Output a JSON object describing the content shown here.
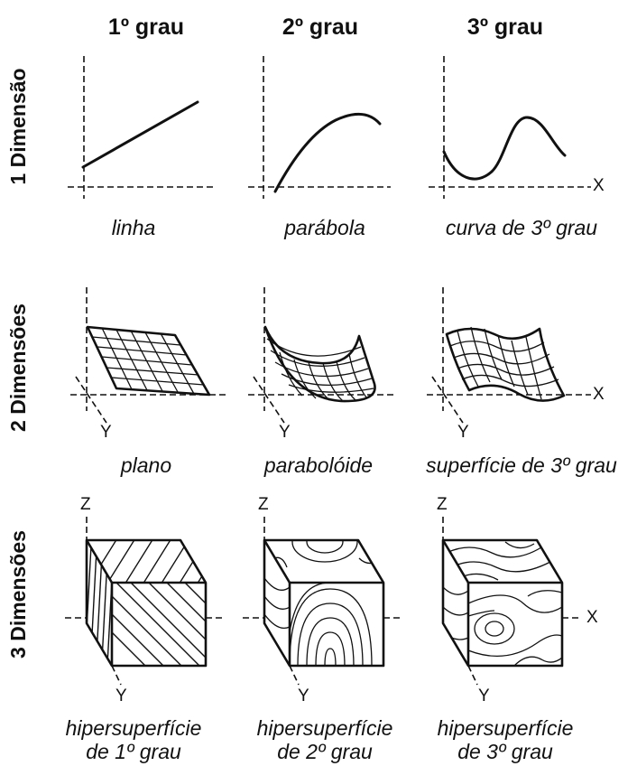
{
  "columns": [
    "1º grau",
    "2º grau",
    "3º grau"
  ],
  "rows": [
    "1 Dimensão",
    "2 Dimensões",
    "3 Dimensões"
  ],
  "captions": {
    "row1": [
      "linha",
      "parábola",
      "curva de 3º grau"
    ],
    "row2": [
      "plano",
      "parabolóide",
      "superfície de 3º grau"
    ],
    "row3": [
      {
        "line1": "hipersuperfície",
        "line2": "de 1º grau"
      },
      {
        "line1": "hipersuperfície",
        "line2": "de 2º grau"
      },
      {
        "line1": "hipersuperfície",
        "line2": "de 3º grau"
      }
    ]
  },
  "axis_labels": {
    "x": "X",
    "y": "Y",
    "z": "Z"
  }
}
